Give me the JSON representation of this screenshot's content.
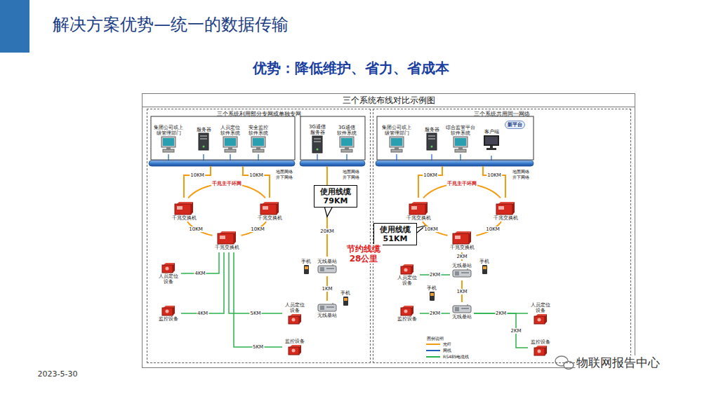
{
  "diagram": {
    "title": "解决方案优势—统一的数据传输",
    "nodes": [
      {
        "text": [
          "三个系统布线对比示例图"
        ]
      },
      {
        "text": [
          "三个系统利用部分专网或单独专网"
        ],
        "in": 0
      },
      {
        "text": [
          "三个系统共用同一网络"
        ],
        "in": 0
      },
      {
        "text": [
          "集团公司或上级管理部门"
        ],
        "in": 1
      },
      {
        "text": [
          "服务器"
        ],
        "in": 1
      },
      {
        "text": [
          "人员定位软件系统"
        ],
        "in": 1
      },
      {
        "text": [
          "安全监控软件系统"
        ],
        "in": 1
      },
      {
        "text": [
          "3G通信服务器"
        ],
        "in": 1
      },
      {
        "text": [
          "3G通信软件系统"
        ],
        "in": 1
      },
      {
        "text": [
          "千兆交换机"
        ],
        "in": 1
      },
      {
        "text": [
          "千兆交换机"
        ],
        "in": 1
      },
      {
        "text": [
          "千兆交换机"
        ],
        "in": 1
      },
      {
        "text": [
          "人员定位设备"
        ],
        "in": 1
      },
      {
        "text": [
          "监控设备"
        ],
        "in": 1
      },
      {
        "text": [
          "人员定位设备"
        ],
        "in": 1
      },
      {
        "text": [
          "监控设备"
        ],
        "in": 1
      },
      {
        "text": [
          "无线基站"
        ],
        "in": 1
      },
      {
        "text": [
          "手机"
        ],
        "in": 1
      },
      {
        "text": [
          "手机"
        ],
        "in": 1
      },
      {
        "text": [
          "无线基站"
        ],
        "in": 1
      },
      {
        "text": [
          "使用线缆 79KM"
        ],
        "in": 1
      },
      {
        "text": [
          "集团公司或上级管理部门"
        ],
        "in": 2
      },
      {
        "text": [
          "服务器"
        ],
        "in": 2
      },
      {
        "text": [
          "综合监管平台软件系统"
        ],
        "in": 2
      },
      {
        "text": [
          "客户端"
        ],
        "in": 2
      },
      {
        "text": [
          "新平台"
        ],
        "in": 2
      },
      {
        "text": [
          "千兆交换机"
        ],
        "in": 2
      },
      {
        "text": [
          "千兆交换机"
        ],
        "in": 2
      },
      {
        "text": [
          "千兆交换机"
        ],
        "in": 2
      },
      {
        "text": [
          "无线基站"
        ],
        "in": 2
      },
      {
        "text": [
          "手机"
        ],
        "in": 2
      },
      {
        "text": [
          "无线基站"
        ],
        "in": 2
      },
      {
        "text": [
          "手机"
        ],
        "in": 2
      },
      {
        "text": [
          "人员定位设备"
        ],
        "in": 2
      },
      {
        "text": [
          "监控设备"
        ],
        "in": 2
      },
      {
        "text": [
          "人员定位设备"
        ],
        "in": 2
      },
      {
        "text": [
          "监控设备"
        ],
        "in": 2
      },
      {
        "text": [
          "使用线缆 51KM"
        ],
        "in": 2
      }
    ],
    "edges": [
      {
        "from": 9,
        "to": 10,
        "arrow": "none"
      },
      {
        "from": 9,
        "to": 11,
        "label": "10KM",
        "arrow": "none"
      },
      {
        "from": 10,
        "to": 11,
        "label": "10KM",
        "arrow": "none"
      },
      {
        "from": 11,
        "to": 12,
        "label": "4KM",
        "arrow": "none"
      },
      {
        "from": 11,
        "to": 13,
        "label": "4KM",
        "arrow": "none"
      },
      {
        "from": 11,
        "to": 14,
        "label": "5KM",
        "arrow": "none"
      },
      {
        "from": 11,
        "to": 15,
        "label": "5KM",
        "arrow": "none"
      },
      {
        "from": 16,
        "to": 19,
        "label": "1KM",
        "arrow": "none"
      },
      {
        "from": 26,
        "to": 27,
        "arrow": "none"
      },
      {
        "from": 26,
        "to": 28,
        "label": "10KM",
        "arrow": "none"
      },
      {
        "from": 27,
        "to": 28,
        "label": "10KM",
        "arrow": "none"
      },
      {
        "from": 28,
        "to": 29,
        "label": "2KM",
        "arrow": "none"
      },
      {
        "from": 29,
        "to": 31,
        "label": "1KM",
        "arrow": "none"
      },
      {
        "from": 29,
        "to": 33,
        "label": "2KM",
        "arrow": "none"
      },
      {
        "from": 31,
        "to": 34,
        "label": "2KM",
        "arrow": "none"
      },
      {
        "from": 31,
        "to": 35,
        "label": "2KM",
        "arrow": "none"
      },
      {
        "from": 31,
        "to": 36,
        "label": "2KM",
        "arrow": "none"
      }
    ],
    "labels": [
      "优势：降低维护、省力、省成本",
      "千兆主干环网",
      "10KM",
      "10KM",
      "地面网络",
      "井下网络",
      "地面网络",
      "井下网络",
      "20KM",
      "节约线缆 28公里",
      "千兆主干环网",
      "10KM",
      "10KM",
      "地面网络",
      "井下网络",
      "图例说明",
      "2023-5-30",
      "物联网报告中心"
    ],
    "legend": [
      {
        "text": "光纤"
      },
      {
        "text": "网线"
      },
      {
        "text": "RS485电缆线"
      }
    ]
  }
}
